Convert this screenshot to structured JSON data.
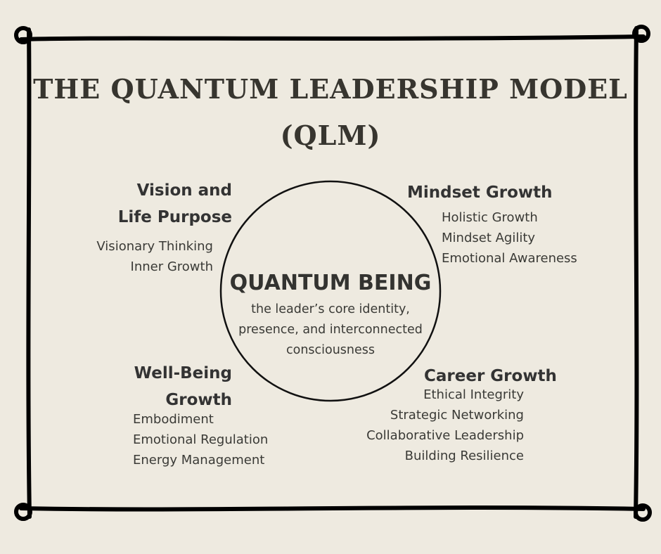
{
  "title": {
    "line1": "THE QUANTUM LEADERSHIP MODEL",
    "line2": "(QLM)"
  },
  "center": {
    "heading": "QUANTUM BEING",
    "lines": [
      "the leader’s core identity,",
      "presence, and interconnected",
      "consciousness"
    ]
  },
  "vision": {
    "heading": [
      "Vision and",
      "Life Purpose"
    ],
    "items": [
      "Visionary Thinking",
      "Inner Growth"
    ]
  },
  "mindset": {
    "heading": "Mindset Growth",
    "items": [
      "Holistic Growth",
      "Mindset Agility",
      "Emotional Awareness"
    ]
  },
  "wellbeing": {
    "heading": [
      "Well-Being",
      "Growth"
    ],
    "items": [
      "Embodiment",
      "Emotional Regulation",
      "Energy Management"
    ]
  },
  "career": {
    "heading": "Career Growth",
    "items": [
      "Ethical Integrity",
      "Strategic Networking",
      "Collaborative Leadership",
      "Building Resilience"
    ]
  }
}
